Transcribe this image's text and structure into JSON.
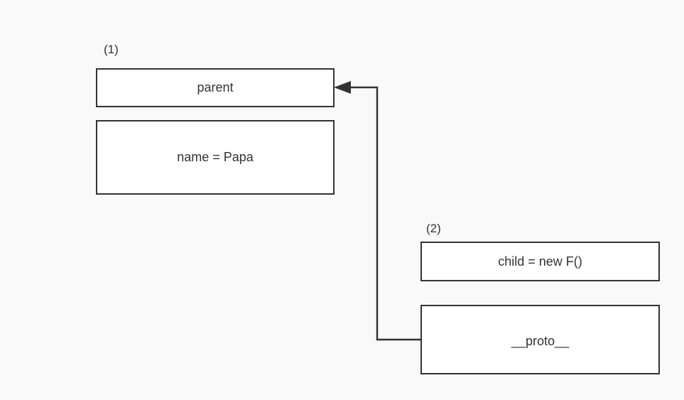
{
  "group1": {
    "label": "(1)",
    "header_box": "parent",
    "body_box": "name = Papa"
  },
  "group2": {
    "label": "(2)",
    "header_box": "child = new F()",
    "body_box": "__proto__"
  },
  "colors": {
    "background": "#f9f9f9",
    "stroke": "#333333",
    "box_fill": "#ffffff"
  }
}
